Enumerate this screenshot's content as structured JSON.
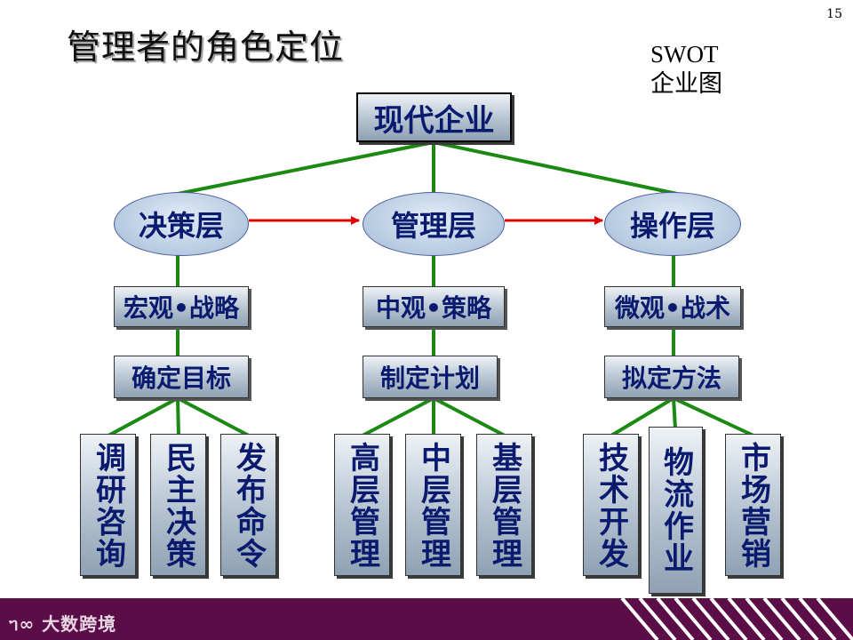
{
  "page_number": "15",
  "title": "管理者的角色定位",
  "side_label": {
    "line1": "SWOT",
    "line2": "企业图"
  },
  "root": "现代企业",
  "layers": [
    {
      "name": "决策层",
      "level": "宏观•战略",
      "task": "确定目标",
      "items": [
        "调研咨询",
        "民主决策",
        "发布命令"
      ]
    },
    {
      "name": "管理层",
      "level": "中观•策略",
      "task": "制定计划",
      "items": [
        "高层管理",
        "中层管理",
        "基层管理"
      ]
    },
    {
      "name": "操作层",
      "level": "微观•战术",
      "task": "拟定方法",
      "items": [
        "技术开发",
        "物流作业",
        "市场营销"
      ]
    }
  ],
  "footer": {
    "logo": "大数跨境"
  },
  "colors": {
    "connector": "#1a8a12",
    "flow_arrow": "#e00000",
    "footer": "#5a0d46",
    "text": "#0a1a6e"
  }
}
